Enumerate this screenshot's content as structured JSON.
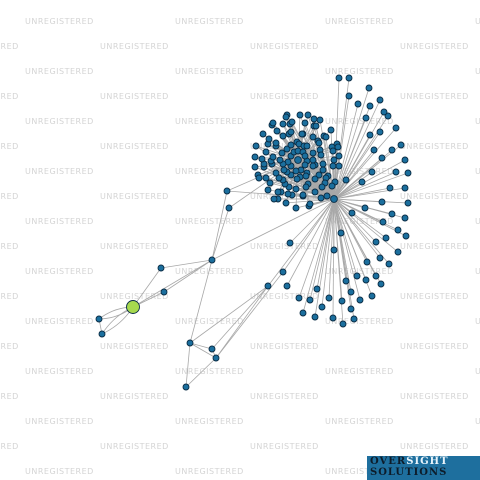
{
  "watermark": "UNREGISTERED",
  "logo": {
    "line1_a": "OVER",
    "line1_b": "SIGHT",
    "line2": "SOLUTIONS"
  },
  "colors": {
    "background": "#ffffff",
    "edge": "#a8a8a8",
    "node_fill": "#1b6f9e",
    "node_stroke": "#0b2d45",
    "focus_node": "#a6d94e",
    "logo_bg": "#1e6f9e"
  },
  "graph": {
    "node_count": 150,
    "hubs": 2,
    "focus_node": "entity"
  }
}
